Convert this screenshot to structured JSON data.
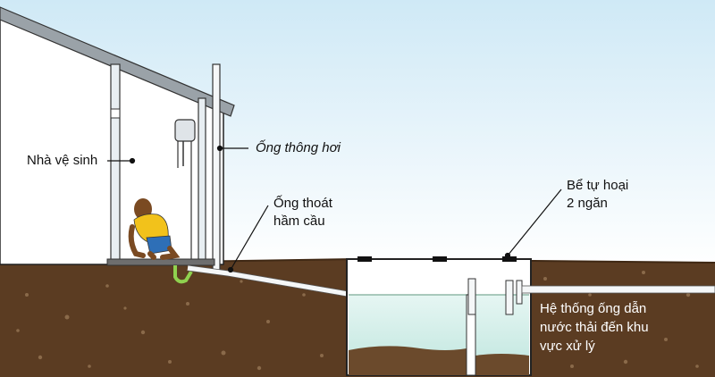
{
  "labels": {
    "toilet_house": "Nhà vệ sinh",
    "vent_pipe": "Ống thông hơi",
    "drain_pipe_line1": "Ống thoát",
    "drain_pipe_line2": "hầm cầu",
    "septic_tank_line1": "Bể tự hoại",
    "septic_tank_line2": "2 ngăn",
    "outflow_line1": "Hệ thống ống dẫn",
    "outflow_line2": "nước thải đến khu",
    "outflow_line3": "vực xử lý"
  },
  "colors": {
    "sky_top": "#cfe9f6",
    "sky_bottom": "#ffffff",
    "soil": "#5b3c22",
    "soil_dark": "#3f2814",
    "wall": "#ffffff",
    "roof": "#9aa2a8",
    "tank_water": "#cfeee8",
    "sludge": "#6b4a2c",
    "person_shirt": "#f2c21b",
    "person_shorts": "#2e6fb7",
    "person_skin": "#7a4a22"
  }
}
